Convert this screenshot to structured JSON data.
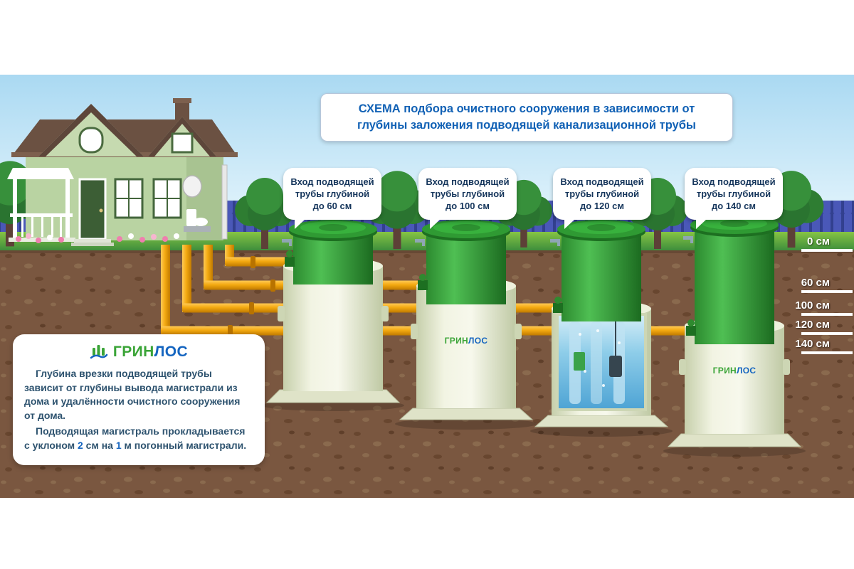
{
  "title": "СХЕМА подбора очистного сооружения в зависимости от глубины заложения подводящей канализационной трубы",
  "callouts": [
    {
      "label": "Вход подводящей трубы глубиной до 60 см"
    },
    {
      "label": "Вход подводящей трубы глубиной до 100 см"
    },
    {
      "label": "Вход подводящей трубы глубиной до 120 см"
    },
    {
      "label": "Вход подводящей трубы глубиной до 140 см"
    }
  ],
  "depth_scale": {
    "labels": [
      "0 см",
      "60 см",
      "100 см",
      "120 см",
      "140 см"
    ]
  },
  "info_box": {
    "p1": "Глубина врезки подводящей трубы зависит от глубины вывода магистрали из дома и удалённости очистного сооружения от дома.",
    "p2_a": "Подводящая магистраль прокладывается с уклоном ",
    "p2_n1": "2",
    "p2_b": " см на ",
    "p2_n2": "1",
    "p2_c": " м погонный магистрали."
  },
  "brand": {
    "green": "ГРИН",
    "blue": "ЛОС"
  },
  "colors": {
    "accent_blue": "#1565c0",
    "brand_green": "#3aa437",
    "pipe_orange": "#e89c00",
    "tank_green": "#2c9030",
    "soil_brown": "#7a5740",
    "fence_blue": "#4a58b8"
  }
}
